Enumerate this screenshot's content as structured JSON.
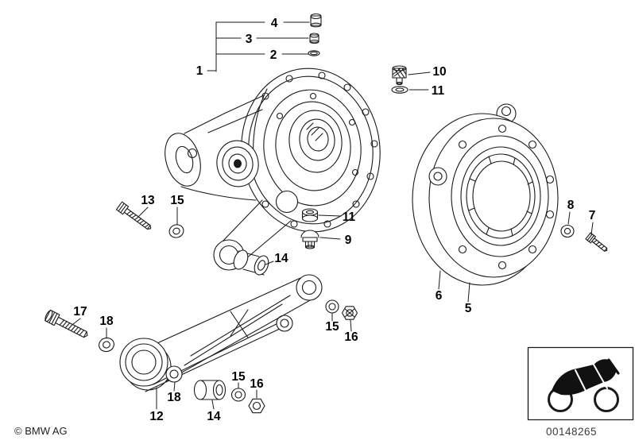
{
  "colors": {
    "background": "#ffffff",
    "line": "#1a1a1a"
  },
  "callouts": [
    {
      "label": "4"
    },
    {
      "label": "3"
    },
    {
      "label": "2"
    },
    {
      "label": "1"
    },
    {
      "label": "10"
    },
    {
      "label": "11"
    },
    {
      "label": "13"
    },
    {
      "label": "15"
    },
    {
      "label": "11"
    },
    {
      "label": "9"
    },
    {
      "label": "14"
    },
    {
      "label": "8"
    },
    {
      "label": "7"
    },
    {
      "label": "6"
    },
    {
      "label": "5"
    },
    {
      "label": "17"
    },
    {
      "label": "18"
    },
    {
      "label": "15"
    },
    {
      "label": "16"
    },
    {
      "label": "18"
    },
    {
      "label": "12"
    },
    {
      "label": "14"
    },
    {
      "label": "15"
    },
    {
      "label": "16"
    }
  ],
  "footer": {
    "copyright": "© BMW AG",
    "image_number": "00148265"
  }
}
